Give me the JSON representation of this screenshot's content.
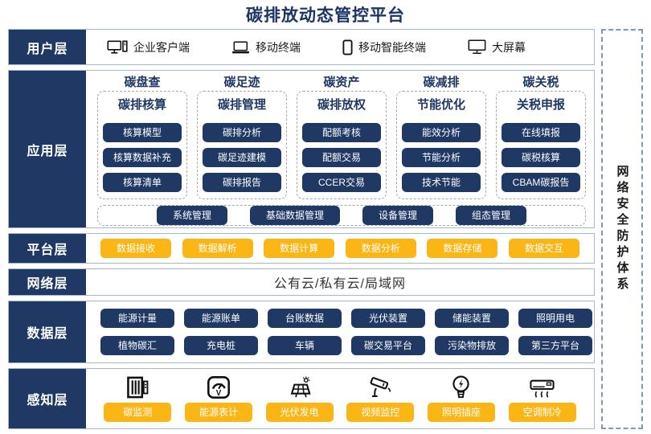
{
  "title": "碳排放动态管控平台",
  "security": {
    "label": "网络安全防护体系"
  },
  "user_layer": {
    "label": "用户层",
    "items": [
      {
        "icon": "desktop-pc-icon",
        "label": "企业客户端"
      },
      {
        "icon": "laptop-icon",
        "label": "移动终端"
      },
      {
        "icon": "smartphone-icon",
        "label": "移动智能终端"
      },
      {
        "icon": "big-screen-icon",
        "label": "大屏幕"
      }
    ]
  },
  "app_layer": {
    "label": "应用层",
    "columns": [
      {
        "header": "碳盘查",
        "subheader": "碳排核算",
        "buttons": [
          "核算模型",
          "核算数据补充",
          "核算清单"
        ]
      },
      {
        "header": "碳足迹",
        "subheader": "碳排管理",
        "buttons": [
          "碳排分析",
          "碳足迹建模",
          "碳排报告"
        ]
      },
      {
        "header": "碳资产",
        "subheader": "碳排放权",
        "buttons": [
          "配额考核",
          "配额交易",
          "CCER交易"
        ]
      },
      {
        "header": "碳减排",
        "subheader": "节能优化",
        "buttons": [
          "能效分析",
          "节能分析",
          "技术节能"
        ]
      },
      {
        "header": "碳关税",
        "subheader": "关税申报",
        "buttons": [
          "在线填报",
          "碳税核算",
          "CBAM碳报告"
        ]
      }
    ],
    "common_buttons": [
      "系统管理",
      "基础数据管理",
      "设备管理",
      "组态管理"
    ]
  },
  "platform_layer": {
    "label": "平台层",
    "buttons": [
      "数据接收",
      "数据解析",
      "数据计算",
      "数据分析",
      "数据存储",
      "数据交互"
    ]
  },
  "network_layer": {
    "label": "网络层",
    "text": "公有云/私有云/局域网"
  },
  "data_layer": {
    "label": "数据层",
    "row1": [
      "能源计量",
      "能源账单",
      "台账数据",
      "光伏装置",
      "储能装置",
      "照明用电"
    ],
    "row2": [
      "植物碳汇",
      "充电桩",
      "车辆",
      "碳交易平台",
      "污染物排放",
      "第三方平台"
    ]
  },
  "perception_layer": {
    "label": "感知层",
    "items": [
      {
        "icon": "carbon-monitor-icon",
        "label": "碳监测"
      },
      {
        "icon": "energy-meter-icon",
        "label": "能源表计"
      },
      {
        "icon": "solar-panel-icon",
        "label": "光伏发电"
      },
      {
        "icon": "cctv-camera-icon",
        "label": "视频监控"
      },
      {
        "icon": "light-bulb-icon",
        "label": "照明插座"
      },
      {
        "icon": "air-conditioner-icon",
        "label": "空调制冷"
      }
    ]
  },
  "colors": {
    "navy": "#1F3864",
    "yellow": "#FBB615",
    "row-border": "#A3B8D3",
    "dash-gray": "#A6A6A6",
    "security-border": "#7C99BC",
    "title-text": "#1B3564"
  }
}
